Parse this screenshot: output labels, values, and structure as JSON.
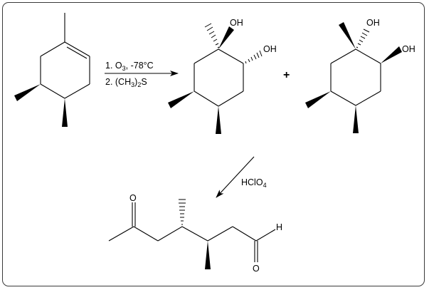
{
  "diagram": {
    "type": "reaction-scheme",
    "starting_material": {
      "name": "1,4,5-trimethylcyclohexene (cis-4,5-dimethyl)",
      "atoms_labels": []
    },
    "step1": {
      "reagents_line1": "1. O",
      "reagents_line1_sub": "3",
      "reagents_line1_tail": ", -78°C",
      "reagents_line2_a": "2. (CH",
      "reagents_line2_sub1": "3",
      "reagents_line2_b": ")",
      "reagents_line2_sub2": "2",
      "reagents_line2_c": "S"
    },
    "product1": {
      "oh_top": "OH",
      "oh_right": "OH"
    },
    "plus_sign": "+",
    "product2": {
      "oh_top": "OH",
      "oh_right": "OH"
    },
    "step2": {
      "reagent_main": "HClO",
      "reagent_sub": "4"
    },
    "final_product": {
      "ketone_o": "O",
      "aldehyde_o": "O",
      "aldehyde_h": "H"
    }
  }
}
